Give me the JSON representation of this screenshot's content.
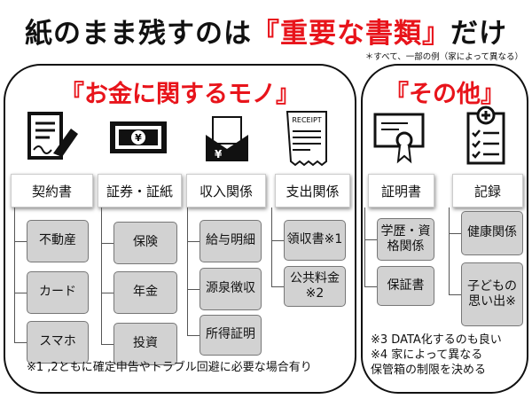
{
  "title": {
    "prefix": "紙のまま残すのは",
    "highlight": "『重要な書類』",
    "suffix": "だけ"
  },
  "note": "＊すべて、一部の例（家によって異なる）",
  "money": {
    "heading": "『お金に関するモノ』",
    "columns": [
      {
        "icon": "contract-sign-icon",
        "label": "契約書",
        "items": [
          "不動産",
          "カード",
          "スマホ"
        ]
      },
      {
        "icon": "banknote-icon",
        "label": "証券・証紙",
        "items": [
          "保険",
          "年金",
          "投資"
        ]
      },
      {
        "icon": "envelope-yen-icon",
        "label": "収入関係",
        "items": [
          "給与明細",
          "源泉徴収",
          "所得証明"
        ]
      },
      {
        "icon": "receipt-icon",
        "label": "支出関係",
        "items": [
          "領収書※1",
          "公共料金※2"
        ]
      }
    ],
    "footnote": "※1 ,2ともに確定申告やトラブル回避に必要な場合有り"
  },
  "other": {
    "heading": "『その他』",
    "columns": [
      {
        "icon": "certificate-icon",
        "label": "証明書",
        "items": [
          "学歴・資格関係",
          "保証書"
        ]
      },
      {
        "icon": "medical-checklist-icon",
        "label": "記録",
        "items": [
          "健康関係",
          "子どもの思い出※"
        ]
      }
    ],
    "notes": [
      "※3 DATA化するのも良い",
      "※4 家によって異なる",
      "保管箱の制限を決める"
    ]
  },
  "receipt_text": "RECEIPT",
  "colors": {
    "accent": "#e8141b",
    "box": "#d2d2d2"
  }
}
